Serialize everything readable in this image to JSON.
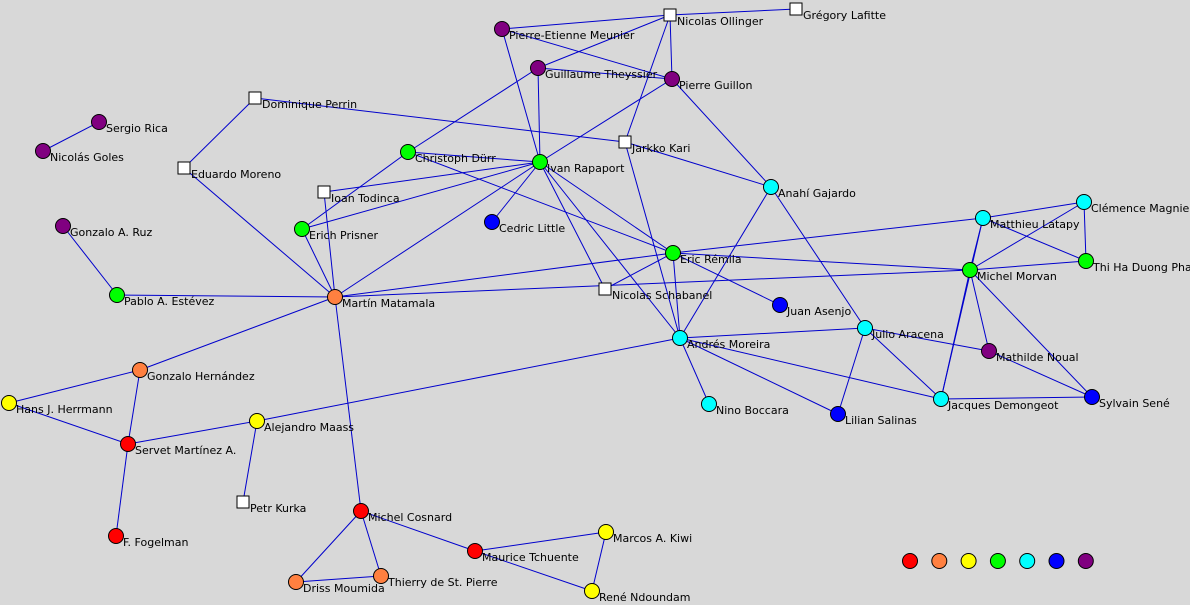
{
  "colors": {
    "red": "#ff0000",
    "orange": "#ff8040",
    "yellow": "#ffff00",
    "green": "#00ff00",
    "cyan": "#00ffff",
    "blue": "#0000ff",
    "purple": "#800080",
    "square": "#ffffff",
    "edge": "#0000cc"
  },
  "nodes": [
    {
      "id": "ollinger",
      "label": "Nicolas Ollinger",
      "shape": "square",
      "color": "square"
    },
    {
      "id": "lafitte",
      "label": "Grégory Lafitte",
      "shape": "square",
      "color": "square"
    },
    {
      "id": "meunier",
      "label": "Pierre-Etienne Meunier",
      "shape": "circle",
      "color": "purple"
    },
    {
      "id": "theyssier",
      "label": "Guillaume Theyssier",
      "shape": "circle",
      "color": "purple"
    },
    {
      "id": "guillon",
      "label": "Pierre Guillon",
      "shape": "circle",
      "color": "purple"
    },
    {
      "id": "rica",
      "label": "Sergio Rica",
      "shape": "circle",
      "color": "purple"
    },
    {
      "id": "goles",
      "label": "Nicolás Goles",
      "shape": "circle",
      "color": "purple"
    },
    {
      "id": "perrin",
      "label": "Dominique Perrin",
      "shape": "square",
      "color": "square"
    },
    {
      "id": "kari",
      "label": "Jarkko Kari",
      "shape": "square",
      "color": "square"
    },
    {
      "id": "durr",
      "label": "Christoph Dürr",
      "shape": "circle",
      "color": "green"
    },
    {
      "id": "rapaport",
      "label": "Ivan Rapaport",
      "shape": "circle",
      "color": "green"
    },
    {
      "id": "moreno",
      "label": "Eduardo Moreno",
      "shape": "square",
      "color": "square"
    },
    {
      "id": "todinca",
      "label": "Ioan Todinca",
      "shape": "square",
      "color": "square"
    },
    {
      "id": "gajardo",
      "label": "Anahí Gajardo",
      "shape": "circle",
      "color": "cyan"
    },
    {
      "id": "magnien",
      "label": "Clémence Magnien",
      "shape": "circle",
      "color": "cyan"
    },
    {
      "id": "latapy",
      "label": "Matthieu Latapy",
      "shape": "circle",
      "color": "cyan"
    },
    {
      "id": "ruz",
      "label": "Gonzalo A. Ruz",
      "shape": "circle",
      "color": "purple"
    },
    {
      "id": "prisner",
      "label": "Erich Prisner",
      "shape": "circle",
      "color": "green"
    },
    {
      "id": "little",
      "label": "Cedric Little",
      "shape": "circle",
      "color": "blue"
    },
    {
      "id": "remila",
      "label": "Eric Rémila",
      "shape": "circle",
      "color": "green"
    },
    {
      "id": "phan",
      "label": "Thi Ha Duong Phan",
      "shape": "circle",
      "color": "green"
    },
    {
      "id": "morvan",
      "label": "Michel Morvan",
      "shape": "circle",
      "color": "green"
    },
    {
      "id": "estevez",
      "label": "Pablo A. Estévez",
      "shape": "circle",
      "color": "green"
    },
    {
      "id": "matamala",
      "label": "Martín Matamala",
      "shape": "circle",
      "color": "orange"
    },
    {
      "id": "schabanel",
      "label": "Nicolas Schabanel",
      "shape": "square",
      "color": "square"
    },
    {
      "id": "asenjo",
      "label": "Juan Asenjo",
      "shape": "circle",
      "color": "blue"
    },
    {
      "id": "aracena",
      "label": "Julio Aracena",
      "shape": "circle",
      "color": "cyan"
    },
    {
      "id": "moreira",
      "label": "Andrés Moreira",
      "shape": "circle",
      "color": "cyan"
    },
    {
      "id": "noual",
      "label": "Mathilde Noual",
      "shape": "circle",
      "color": "purple"
    },
    {
      "id": "hernandez",
      "label": "Gonzalo Hernández",
      "shape": "circle",
      "color": "orange"
    },
    {
      "id": "herrmann",
      "label": "Hans J. Herrmann",
      "shape": "circle",
      "color": "yellow"
    },
    {
      "id": "boccara",
      "label": "Nino Boccara",
      "shape": "circle",
      "color": "cyan"
    },
    {
      "id": "salinas",
      "label": "Lilian Salinas",
      "shape": "circle",
      "color": "blue"
    },
    {
      "id": "demongeot",
      "label": "Jacques Demongeot",
      "shape": "circle",
      "color": "cyan"
    },
    {
      "id": "sene",
      "label": "Sylvain Sené",
      "shape": "circle",
      "color": "blue"
    },
    {
      "id": "maass",
      "label": "Alejandro Maass",
      "shape": "circle",
      "color": "yellow"
    },
    {
      "id": "martinez",
      "label": "Servet Martínez A.",
      "shape": "circle",
      "color": "red"
    },
    {
      "id": "kurka",
      "label": "Petr Kurka",
      "shape": "square",
      "color": "square"
    },
    {
      "id": "fogelman",
      "label": "F. Fogelman",
      "shape": "circle",
      "color": "red"
    },
    {
      "id": "cosnard",
      "label": "Michel Cosnard",
      "shape": "circle",
      "color": "red"
    },
    {
      "id": "kiwi",
      "label": "Marcos A. Kiwi",
      "shape": "circle",
      "color": "yellow"
    },
    {
      "id": "tchuente",
      "label": "Maurice Tchuente",
      "shape": "circle",
      "color": "red"
    },
    {
      "id": "moumida",
      "label": "Driss Moumida",
      "shape": "circle",
      "color": "orange"
    },
    {
      "id": "stpierre",
      "label": "Thierry de St. Pierre",
      "shape": "circle",
      "color": "orange"
    },
    {
      "id": "ndoundam",
      "label": "René Ndoundam",
      "shape": "circle",
      "color": "yellow"
    }
  ],
  "edges": [
    [
      "ollinger",
      "lafitte"
    ],
    [
      "ollinger",
      "meunier"
    ],
    [
      "ollinger",
      "theyssier"
    ],
    [
      "ollinger",
      "guillon"
    ],
    [
      "ollinger",
      "kari"
    ],
    [
      "meunier",
      "guillon"
    ],
    [
      "meunier",
      "rapaport"
    ],
    [
      "theyssier",
      "guillon"
    ],
    [
      "theyssier",
      "rapaport"
    ],
    [
      "theyssier",
      "durr"
    ],
    [
      "guillon",
      "rapaport"
    ],
    [
      "guillon",
      "gajardo"
    ],
    [
      "rica",
      "goles"
    ],
    [
      "perrin",
      "moreno"
    ],
    [
      "perrin",
      "kari"
    ],
    [
      "kari",
      "gajardo"
    ],
    [
      "kari",
      "moreira"
    ],
    [
      "moreno",
      "matamala"
    ],
    [
      "durr",
      "rapaport"
    ],
    [
      "durr",
      "prisner"
    ],
    [
      "durr",
      "remila"
    ],
    [
      "rapaport",
      "todinca"
    ],
    [
      "rapaport",
      "little"
    ],
    [
      "rapaport",
      "prisner"
    ],
    [
      "rapaport",
      "matamala"
    ],
    [
      "rapaport",
      "remila"
    ],
    [
      "rapaport",
      "schabanel"
    ],
    [
      "rapaport",
      "moreira"
    ],
    [
      "todinca",
      "matamala"
    ],
    [
      "prisner",
      "matamala"
    ],
    [
      "ruz",
      "estevez"
    ],
    [
      "estevez",
      "matamala"
    ],
    [
      "matamala",
      "remila"
    ],
    [
      "matamala",
      "morvan"
    ],
    [
      "matamala",
      "hernandez"
    ],
    [
      "matamala",
      "cosnard"
    ],
    [
      "remila",
      "schabanel"
    ],
    [
      "remila",
      "latapy"
    ],
    [
      "remila",
      "morvan"
    ],
    [
      "remila",
      "asenjo"
    ],
    [
      "remila",
      "moreira"
    ],
    [
      "gajardo",
      "moreira"
    ],
    [
      "gajardo",
      "aracena"
    ],
    [
      "magnien",
      "latapy"
    ],
    [
      "magnien",
      "morvan"
    ],
    [
      "magnien",
      "phan"
    ],
    [
      "latapy",
      "phan"
    ],
    [
      "latapy",
      "morvan"
    ],
    [
      "morvan",
      "phan"
    ],
    [
      "morvan",
      "noual"
    ],
    [
      "morvan",
      "demongeot"
    ],
    [
      "morvan",
      "sene"
    ],
    [
      "latapy",
      "demongeot"
    ],
    [
      "moreira",
      "aracena"
    ],
    [
      "moreira",
      "boccara"
    ],
    [
      "moreira",
      "salinas"
    ],
    [
      "moreira",
      "demongeot"
    ],
    [
      "moreira",
      "maass"
    ],
    [
      "aracena",
      "salinas"
    ],
    [
      "aracena",
      "demongeot"
    ],
    [
      "aracena",
      "noual"
    ],
    [
      "noual",
      "sene"
    ],
    [
      "demongeot",
      "sene"
    ],
    [
      "hernandez",
      "herrmann"
    ],
    [
      "hernandez",
      "martinez"
    ],
    [
      "herrmann",
      "martinez"
    ],
    [
      "martinez",
      "maass"
    ],
    [
      "martinez",
      "fogelman"
    ],
    [
      "maass",
      "kurka"
    ],
    [
      "cosnard",
      "tchuente"
    ],
    [
      "cosnard",
      "moumida"
    ],
    [
      "cosnard",
      "stpierre"
    ],
    [
      "moumida",
      "stpierre"
    ],
    [
      "tchuente",
      "kiwi"
    ],
    [
      "tchuente",
      "ndoundam"
    ],
    [
      "kiwi",
      "ndoundam"
    ]
  ],
  "legend": [
    "red",
    "orange",
    "yellow",
    "green",
    "cyan",
    "blue",
    "purple"
  ]
}
